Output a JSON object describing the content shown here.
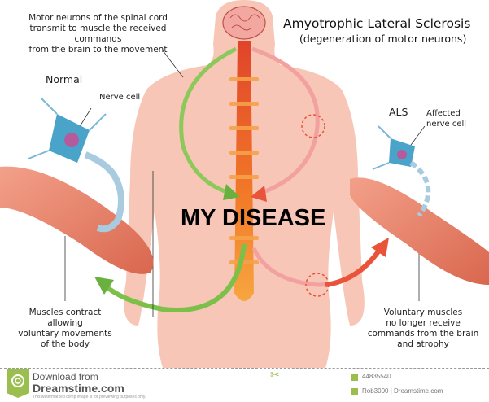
{
  "title": "Amyotrophic Lateral Sclerosis",
  "subtitle": "(degeneration of motor neurons)",
  "overlay_text": "MY DISEASE",
  "top_note": [
    "Motor neurons of the spinal cord",
    "transmit to muscle the received commands",
    "from the brain to the movement"
  ],
  "normal": {
    "heading": "Normal",
    "cell_label": "Nerve cell",
    "note": [
      "Muscles contract",
      "allowing",
      "voluntary movements",
      "of the body"
    ]
  },
  "als": {
    "heading": "ALS",
    "cell_label": [
      "Affected",
      "nerve cell"
    ],
    "note": [
      "Voluntary muscles",
      "no longer receive",
      "commands from the brain",
      "and atrophy"
    ]
  },
  "footer": {
    "download": "Download from",
    "site": "Dreamstime.com",
    "disclaimer": "This watermarked comp image is for previewing purposes only.",
    "image_id": "44835540",
    "credit": "Rob3000 | Dreamstime.com"
  },
  "colors": {
    "body": "#f7c6b6",
    "spine": "#f06a2a",
    "normal_arrow": "#7cc04a",
    "als_arrow": "#e8533a",
    "brand": "#9bbf4f"
  }
}
